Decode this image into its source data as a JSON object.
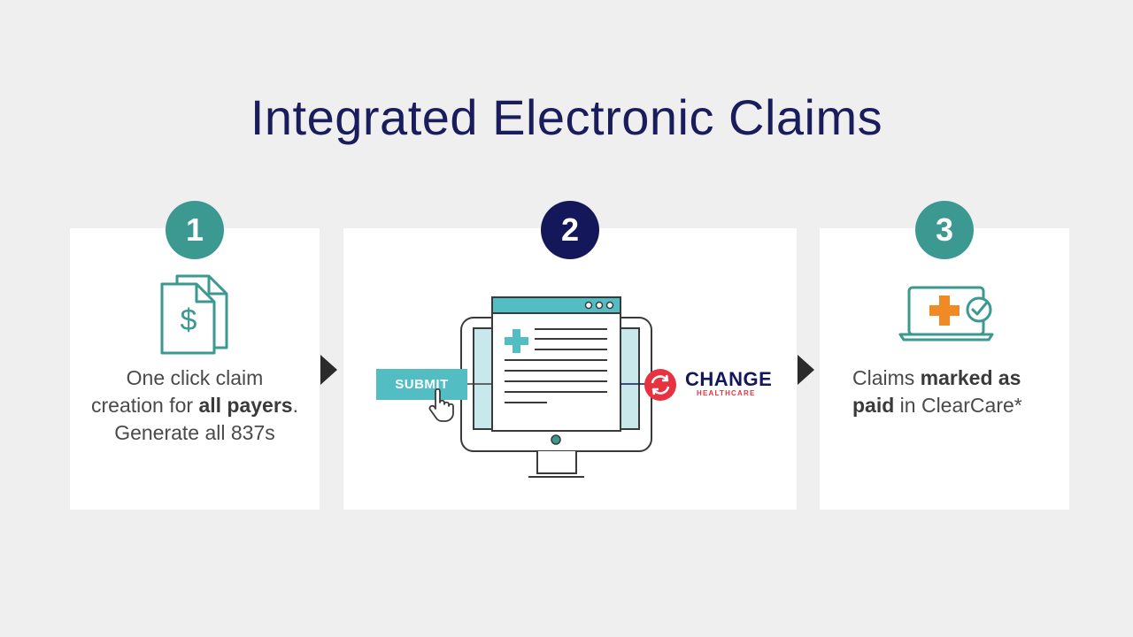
{
  "title": "Integrated Electronic Claims",
  "steps": [
    {
      "number": "1",
      "icon": "dollar-documents-icon",
      "line1": "One click claim",
      "line2_pre": "creation for ",
      "line2_bold": "all payers",
      "line2_post": ".",
      "line3": "Generate all 837s"
    },
    {
      "number": "2",
      "icon": "monitor-claim-form-icon",
      "submit_label": "SUBMIT",
      "partner_word": "CHANGE",
      "partner_sub": "HEALTHCARE"
    },
    {
      "number": "3",
      "icon": "laptop-check-icon",
      "line1_pre": "Claims ",
      "line1_bold": "marked as",
      "line2_bold": "paid",
      "line2_post": " in ClearCare*"
    }
  ],
  "colors": {
    "navy": "#14175a",
    "teal": "#3b9991",
    "light_teal": "#52bdc3",
    "orange": "#f08a24",
    "red": "#e8323f",
    "background": "#efefef"
  }
}
